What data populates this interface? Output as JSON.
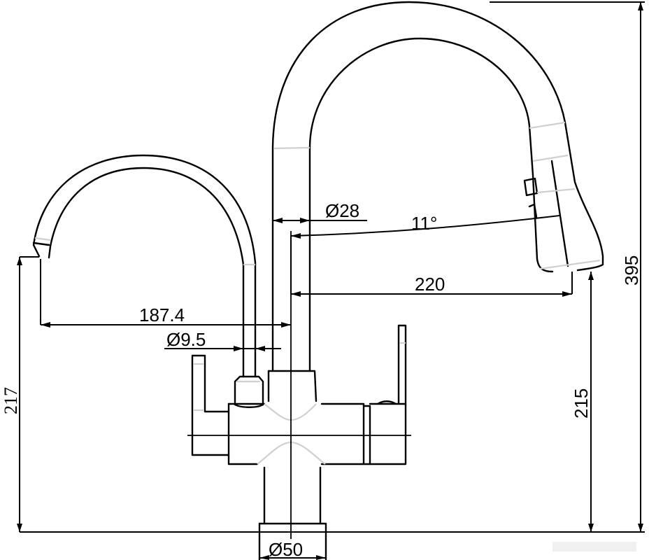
{
  "drawing": {
    "subject": "Kitchen faucet with filtered water spout and pull-out spray spout",
    "colors": {
      "line": "#000000",
      "highlight": "#d0d0d0",
      "background": "#ffffff"
    }
  },
  "dimensions": {
    "overall_height": "395",
    "left_spout_height": "217",
    "right_spout_height": "215",
    "left_spout_reach": "187.4",
    "right_spout_reach": "220",
    "left_spout_diameter": "Ø9.5",
    "right_spout_diameter": "Ø28",
    "base_diameter": "Ø50",
    "spray_angle": "11°"
  }
}
